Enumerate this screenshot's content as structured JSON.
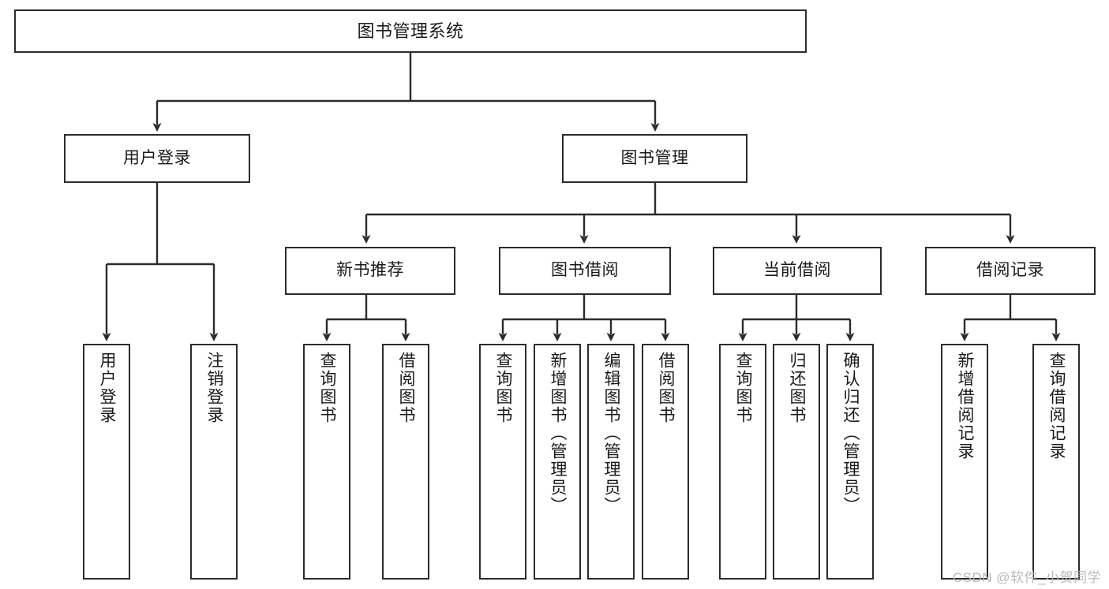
{
  "diagram": {
    "type": "tree-hierarchy-chart",
    "title": "图书管理系统",
    "watermark": "CSDN @软件_小贺同学",
    "colors": {
      "box_border": "#2b2b2b",
      "box_fill": "#ffffff",
      "connector": "#2b2b2b",
      "text": "#1a1a1a",
      "watermark": "#b9b9b9",
      "background": "#ffffff"
    },
    "nodes": {
      "root": {
        "label": "图书管理系统"
      },
      "level2": [
        {
          "id": "user-login",
          "label": "用户登录"
        },
        {
          "id": "book-manage",
          "label": "图书管理"
        }
      ],
      "level3": [
        {
          "id": "new-book-recommend",
          "label": "新书推荐"
        },
        {
          "id": "book-borrow",
          "label": "图书借阅"
        },
        {
          "id": "current-borrow",
          "label": "当前借阅"
        },
        {
          "id": "borrow-record",
          "label": "借阅记录"
        }
      ],
      "leaves": [
        {
          "id": "leaf-user-login",
          "label": "用户登录",
          "parent": "user-login"
        },
        {
          "id": "leaf-logout-login",
          "label": "注销登录",
          "parent": "user-login"
        },
        {
          "id": "leaf-query-book-1",
          "label": "查询图书",
          "parent": "new-book-recommend"
        },
        {
          "id": "leaf-borrow-book-1",
          "label": "借阅图书",
          "parent": "new-book-recommend"
        },
        {
          "id": "leaf-query-book-2",
          "label": "查询图书",
          "parent": "book-borrow"
        },
        {
          "id": "leaf-add-book",
          "label": "新增图书（管理员）",
          "parent": "book-borrow"
        },
        {
          "id": "leaf-edit-book",
          "label": "编辑图书（管理员）",
          "parent": "book-borrow"
        },
        {
          "id": "leaf-borrow-book-2",
          "label": "借阅图书",
          "parent": "book-borrow"
        },
        {
          "id": "leaf-query-book-3",
          "label": "查询图书",
          "parent": "current-borrow"
        },
        {
          "id": "leaf-return-book",
          "label": "归还图书",
          "parent": "current-borrow"
        },
        {
          "id": "leaf-confirm-return",
          "label": "确认归还（管理员）",
          "parent": "current-borrow"
        },
        {
          "id": "leaf-add-record",
          "label": "新增借阅记录",
          "parent": "borrow-record"
        },
        {
          "id": "leaf-query-record",
          "label": "查询借阅记录",
          "parent": "borrow-record"
        }
      ]
    }
  }
}
